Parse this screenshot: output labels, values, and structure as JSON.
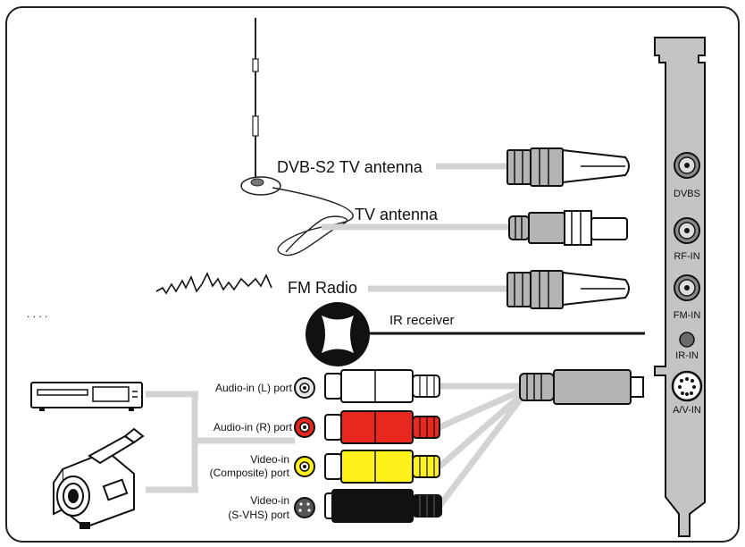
{
  "sources": {
    "dvbs2_antenna": "DVB-S2 TV antenna",
    "tv_antenna": "TV antenna",
    "fm_radio": "FM Radio",
    "ir_receiver": "IR receiver"
  },
  "ports": {
    "audio_l": "Audio-in (L) port",
    "audio_r": "Audio-in (R) port",
    "video_composite_1": "Video-in",
    "video_composite_2": "(Composite) port",
    "video_svhs_1": "Video-in",
    "video_svhs_2": "(S-VHS) port"
  },
  "bracket": {
    "dvbs": "DVBS",
    "rf_in": "RF-IN",
    "fm_in": "FM-IN",
    "ir_in": "IR-IN",
    "av_in": "A/V-IN"
  },
  "colors": {
    "cable": "#d3d3d3",
    "connector": "#b4b4b4",
    "bracket": "#c4c4c4",
    "audio_l": "#ffffff",
    "audio_r": "#e8281e",
    "composite": "#fff21a",
    "svhs": "#111111"
  },
  "icons": {
    "antenna": "whip-antenna-icon",
    "radio_wave": "radio-wave-icon",
    "ir": "ir-receiver-icon",
    "vcr": "vcr-icon",
    "camcorder": "camcorder-icon"
  },
  "dots": ". . . ."
}
